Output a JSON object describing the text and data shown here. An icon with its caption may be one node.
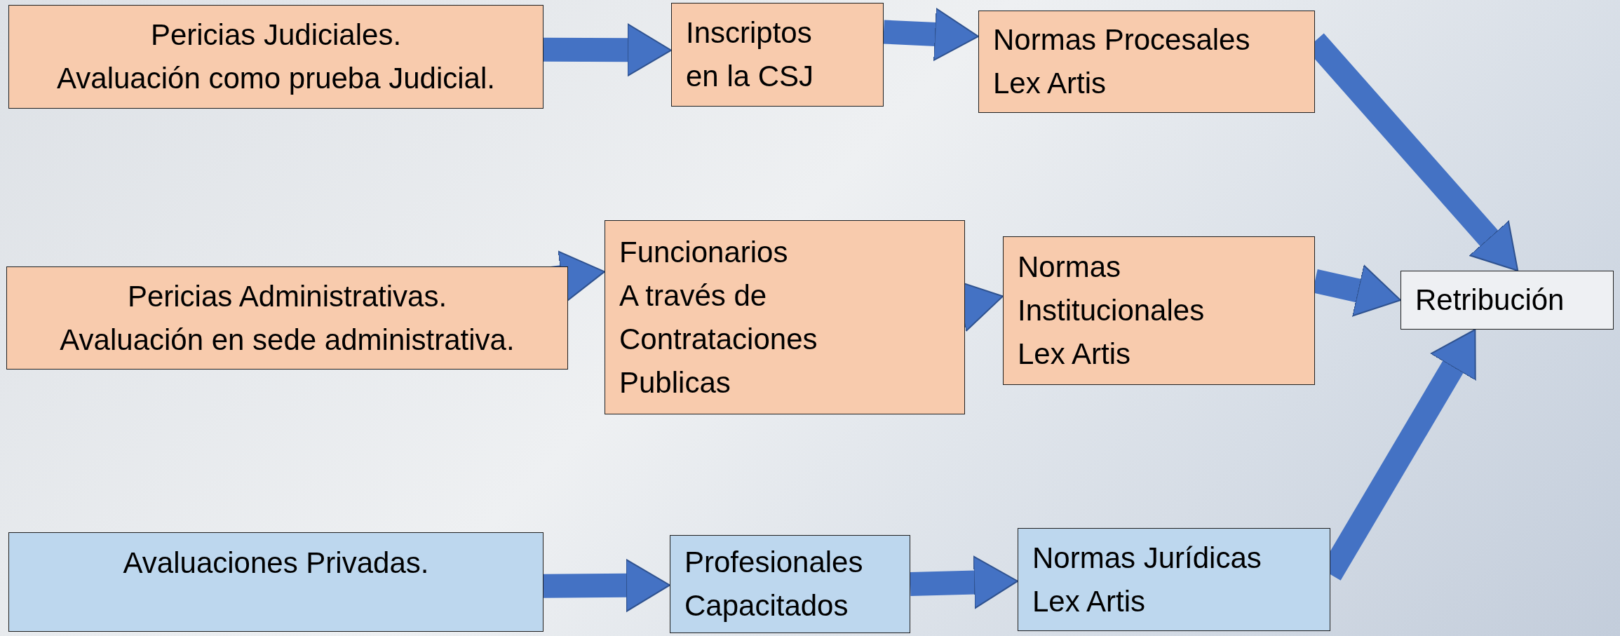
{
  "diagram": {
    "nodes": [
      {
        "text": [
          "Pericias Judiciales.",
          "Avaluación como prueba Judicial."
        ]
      },
      {
        "text": [
          "Inscriptos",
          "en la CSJ"
        ]
      },
      {
        "text": [
          "Normas Procesales",
          "Lex Artis"
        ]
      },
      {
        "text": [
          "Pericias Administrativas.",
          "Avaluación en sede administrativa."
        ]
      },
      {
        "text": [
          "Funcionarios",
          "A través de",
          "Contrataciones",
          "Publicas"
        ]
      },
      {
        "text": [
          "Normas",
          "Institucionales",
          "Lex Artis"
        ]
      },
      {
        "text": [
          "Retribución"
        ]
      },
      {
        "text": [
          "Avaluaciones Privadas."
        ]
      },
      {
        "text": [
          "Profesionales",
          "Capacitados"
        ]
      },
      {
        "text": [
          "Normas Jurídicas",
          "Lex Artis"
        ]
      }
    ],
    "edges": [
      {
        "from": 0,
        "to": 1,
        "arrow": "to"
      },
      {
        "from": 1,
        "to": 2,
        "arrow": "to"
      },
      {
        "from": 2,
        "to": 6,
        "arrow": "to"
      },
      {
        "from": 3,
        "to": 4,
        "arrow": "to"
      },
      {
        "from": 4,
        "to": 5,
        "arrow": "to"
      },
      {
        "from": 5,
        "to": 6,
        "arrow": "to"
      },
      {
        "from": 7,
        "to": 8,
        "arrow": "to"
      },
      {
        "from": 8,
        "to": 9,
        "arrow": "to"
      },
      {
        "from": 9,
        "to": 6,
        "arrow": "to"
      }
    ]
  }
}
